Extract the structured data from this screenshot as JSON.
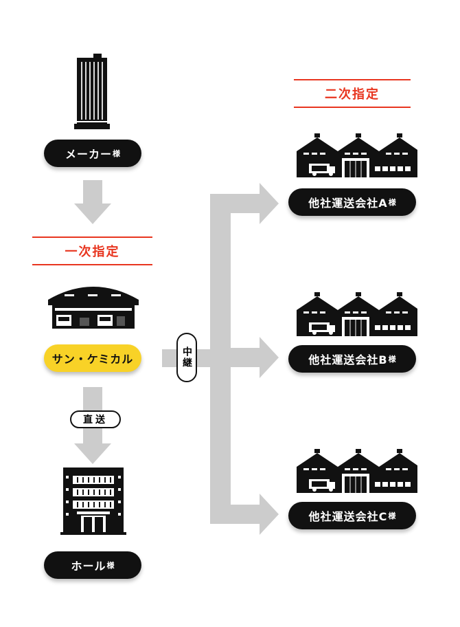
{
  "nodes": {
    "maker": {
      "label": "メーカー",
      "suffix": "様"
    },
    "sun_chemical": {
      "label": "サン・ケミカル"
    },
    "hall": {
      "label": "ホール",
      "suffix": "様"
    },
    "carrier_a": {
      "label": "他社運送会社A",
      "suffix": "様"
    },
    "carrier_b": {
      "label": "他社運送会社B",
      "suffix": "様"
    },
    "carrier_c": {
      "label": "他社運送会社C",
      "suffix": "様"
    }
  },
  "sections": {
    "primary": "一次指定",
    "secondary": "二次指定"
  },
  "tags": {
    "direct": "直送",
    "relay": "中継"
  },
  "colors": {
    "accent_red": "#e8351f",
    "highlight_yellow": "#f8d227",
    "pill_black": "#111111",
    "arrow_gray": "#cccccc"
  },
  "icons": [
    "office-tower-icon",
    "warehouse-trucks-icon",
    "building-entrance-icon",
    "factory-sawtooth-icon"
  ]
}
